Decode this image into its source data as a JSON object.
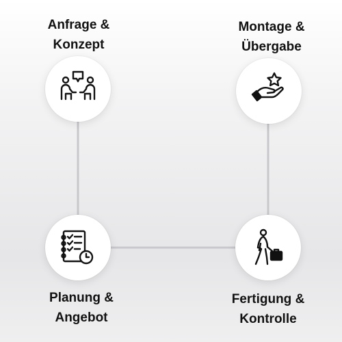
{
  "steps": [
    {
      "line1": "Anfrage &",
      "line2": "Konzept",
      "icon": "consultation-icon"
    },
    {
      "line1": "Montage &",
      "line2": "Übergabe",
      "icon": "hand-star-icon"
    },
    {
      "line1": "Planung &",
      "line2": "Angebot",
      "icon": "checklist-clock-icon"
    },
    {
      "line1": "Fertigung &",
      "line2": "Kontrolle",
      "icon": "worker-toolbox-icon"
    }
  ],
  "colors": {
    "icon": "#111111",
    "connector": "#c8c8cc",
    "node": "#ffffff"
  }
}
